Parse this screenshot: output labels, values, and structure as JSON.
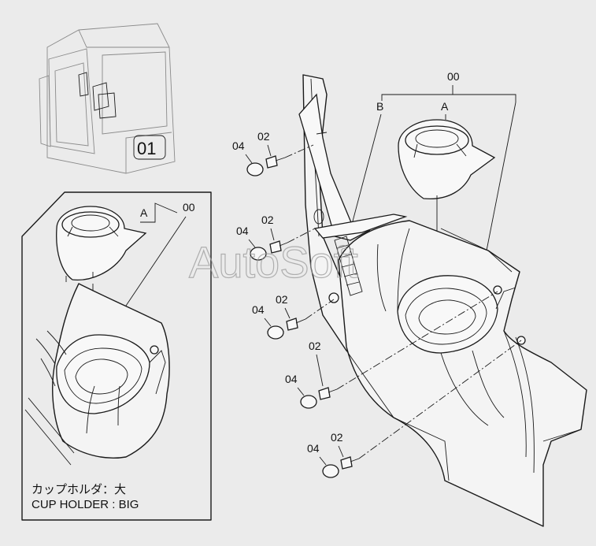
{
  "labels": {
    "assembly": "00",
    "screw": "02",
    "cap": "04",
    "ref_a": "A",
    "ref_b": "B"
  },
  "cab_badge": "01",
  "inset_caption": {
    "jp": "カップホルダ：大",
    "en": "CUP HOLDER : BIG"
  },
  "watermark": "AutoSoft"
}
